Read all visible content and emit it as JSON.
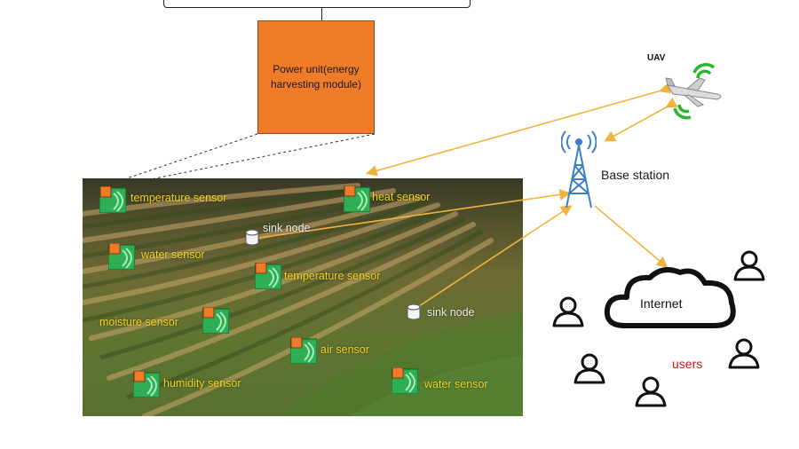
{
  "power_unit": {
    "label": "Power unit(energy harvesting module)"
  },
  "uav": {
    "label": "UAV"
  },
  "base_station": {
    "label": "Base station"
  },
  "internet": {
    "label": "Internet"
  },
  "users": {
    "label": "users"
  },
  "field": {
    "sensors": [
      {
        "label": "temperature  sensor"
      },
      {
        "label": "heat sensor"
      },
      {
        "label": "water sensor"
      },
      {
        "label": "temperature  sensor"
      },
      {
        "label": "moisture sensor"
      },
      {
        "label": "air sensor"
      },
      {
        "label": "humidity sensor"
      },
      {
        "label": "water sensor"
      }
    ],
    "sink_nodes": [
      {
        "label": "sink node"
      },
      {
        "label": "sink node"
      }
    ]
  },
  "icons": {
    "sensor": "sensor-icon",
    "sink": "sink-node-icon",
    "user": "user-icon",
    "tower": "antenna-tower-icon",
    "uav": "airplane-icon",
    "cloud": "cloud-icon"
  },
  "colors": {
    "power_unit": "#f07c2a",
    "sensor_label": "#f2d722",
    "sink_label": "#eeeeee",
    "link_arrow": "#f2b33d",
    "wifi": "#2bb52b",
    "tower": "#3b7fc4",
    "users_label": "#c21818"
  }
}
